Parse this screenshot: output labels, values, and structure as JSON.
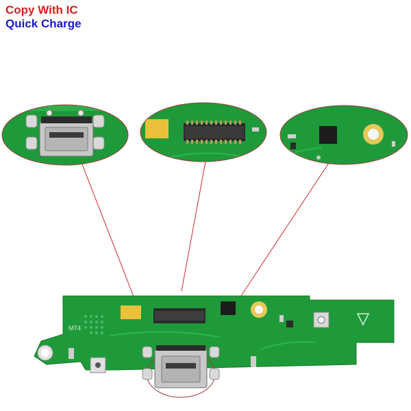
{
  "caption": {
    "line1": "Copy With IC",
    "line2": "Quick Charge"
  },
  "colors": {
    "line1": "#d31f1f",
    "line2": "#1a1acc",
    "pcb": "#1f9a3a",
    "pcb_dark": "#16752b",
    "gold": "#e9c23a",
    "callout_line": "#cc2a2a"
  },
  "board_markings": {
    "label": "MT4"
  },
  "callouts": [
    {
      "subject": "usb-port"
    },
    {
      "subject": "flex-connector"
    },
    {
      "subject": "charging-ic"
    }
  ]
}
